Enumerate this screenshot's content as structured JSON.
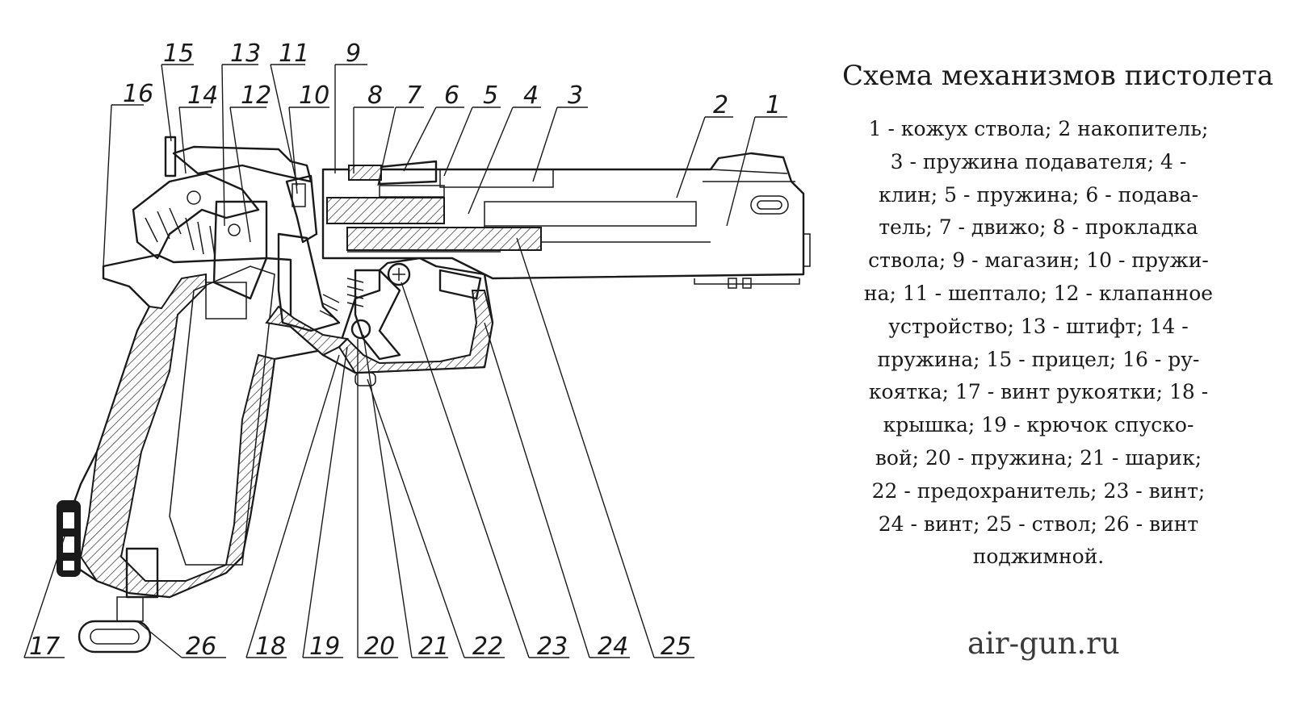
{
  "title": "Схема механизмов пистолета",
  "legend_text": "1 - кожух ствола; 2 накопитель; 3 - пружина подавателя; 4 - клин; 5 - пружина; 6 - подаватель; 7 - движо; 8 - прокладка ствола; 9 - магазин; 10 - пружина; 11 - шептало; 12 - клапанное устройство; 13 - штифт; 14 - пружина; 15 - прицел; 16 - рукоятка; 17 - винт рукоятки; 18 - крышка; 19 - крючок спусковой; 20 - пружина; 21 - шарик; 22 - предохранитель; 23 - винт; 24 - винт; 25 - ствол; 26 - винт поджимной.",
  "legend_lines": [
    "1 - кожух ствола; 2 накопитель;",
    "3 - пружина подавателя; 4 -",
    "клин; 5 - пружина; 6 - подава-",
    "тель; 7 - движо; 8 - прокладка",
    "ствола; 9 - магазин; 10 - пружи-",
    "на; 11 - шептало; 12 - клапанное",
    "устройство; 13 - штифт; 14 -",
    "пружина; 15 - прицел; 16 - ру-",
    "коятка; 17 - винт рукоятки; 18 -",
    "крышка; 19 - крючок спуско-",
    "вой; 20 - пружина; 21 - шарик;",
    "22 - предохранитель; 23 - винт;",
    "24 - винт; 25 - ствол; 26 - винт",
    "поджимной."
  ],
  "watermark": "air-gun.ru",
  "part_labels": {
    "p1": "1",
    "p2": "2",
    "p3": "3",
    "p4": "4",
    "p5": "5",
    "p6": "6",
    "p7": "7",
    "p8": "8",
    "p9": "9",
    "p10": "10",
    "p11": "11",
    "p12": "12",
    "p13": "13",
    "p14": "14",
    "p15": "15",
    "p16": "16",
    "p17": "17",
    "p18": "18",
    "p19": "19",
    "p20": "20",
    "p21": "21",
    "p22": "22",
    "p23": "23",
    "p24": "24",
    "p25": "25",
    "p26": "26"
  }
}
